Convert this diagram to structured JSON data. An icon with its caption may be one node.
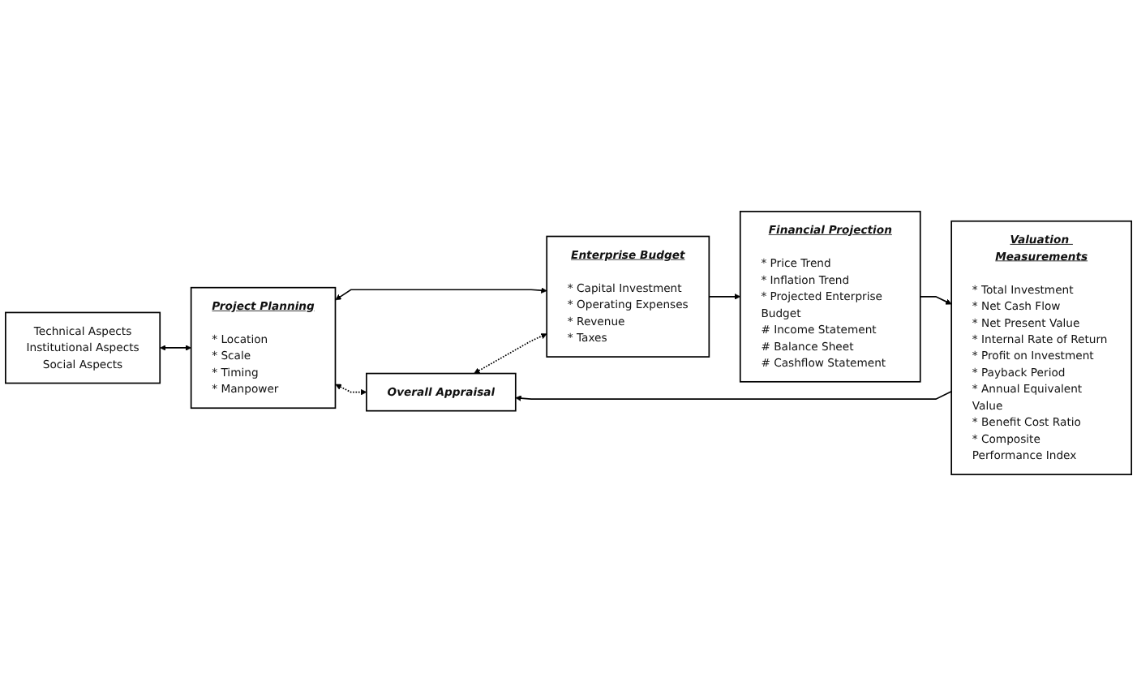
{
  "diagram": {
    "nodes": [
      {
        "text": [
          "Technical Aspects",
          "Institutional Aspects",
          "Social Aspects"
        ]
      },
      {
        "text": [
          "Valuation Measurements",
          "* Total Investment",
          "* Net Cash Flow",
          "* Net Present Value",
          "* Internal Rate of Return",
          "* Profit on Investment",
          "* Payback Period",
          "* Annual Equivalent Value",
          "* Benefit Cost Ratio",
          "* Composite Performance Index"
        ]
      },
      {
        "text": [
          "Project Planning",
          "* Location",
          "* Scale",
          "* Timing",
          "* Manpower"
        ]
      },
      {
        "text": [
          "Overall Appraisal"
        ]
      },
      {
        "text": [
          "Enterprise Budget",
          "* Capital Investment",
          "* Operating Expenses",
          "* Revenue",
          "* Taxes"
        ]
      },
      {
        "text": [
          "Financial Projection",
          "* Price Trend",
          "* Inflation Trend",
          "* Projected Enterprise Budget",
          "# Income Statement",
          "# Balance Sheet",
          "# Cashflow Statement"
        ]
      }
    ],
    "edges": [
      {
        "from": 0,
        "to": 2,
        "arrow": "both"
      },
      {
        "from": 2,
        "to": 3,
        "arrow": "both",
        "style": "dashed"
      },
      {
        "from": 2,
        "to": 4,
        "arrow": "both"
      },
      {
        "from": 3,
        "to": 4,
        "arrow": "both",
        "style": "dashed"
      },
      {
        "from": 4,
        "to": 5,
        "arrow": "to"
      },
      {
        "from": 5,
        "to": 1,
        "arrow": "to"
      },
      {
        "from": 1,
        "to": 3,
        "arrow": "to"
      }
    ]
  }
}
